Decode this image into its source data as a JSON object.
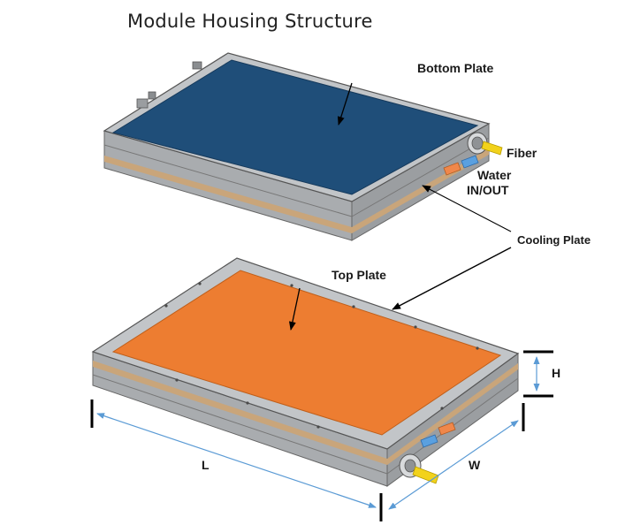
{
  "title": "Module Housing Structure",
  "labels": {
    "bottom_plate": "Bottom Plate",
    "fiber": "Fiber",
    "water_line1": "Water",
    "water_line2": "IN/OUT",
    "cooling_plate": "Cooling Plate",
    "top_plate": "Top Plate"
  },
  "dimensions": {
    "height": "H",
    "length": "L",
    "width": "W"
  },
  "colors": {
    "bottom_plate": "#1f4e79",
    "top_plate": "#ed7d31",
    "housing_gray": "#b9bcbf",
    "cooling_band": "#c9a57a",
    "fiber_yellow": "#f2d21b",
    "water_blue": "#5aa0e0",
    "water_orange": "#f0874a",
    "dimension_line": "#5b9bd5"
  }
}
